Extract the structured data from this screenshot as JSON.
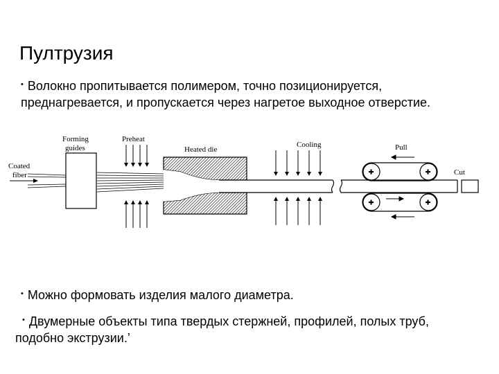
{
  "title": "Пултрузия",
  "bullet_1": {
    "line_1": "Волокно пропитывается полимером, точно позиционируется,",
    "line_2": "преднагревается, и пропускается через нагретое выходное отверстие."
  },
  "bullet_2": "Можно формовать изделия малого диаметра.",
  "bullet_3": {
    "line_1": "Двумерные объекты типа твердых стержней, профилей, полых труб,",
    "line_2": "подобно экструзии.’"
  },
  "bullet_glyph": "•",
  "diagram": {
    "coated_fiber_1": "Coated",
    "coated_fiber_2": "fiber",
    "forming_guides_1": "Forming",
    "forming_guides_2": "guides",
    "preheat": "Preheat",
    "heated_die": "Heated die",
    "cooling": "Cooling",
    "pull": "Pull",
    "cut": "Cut"
  }
}
